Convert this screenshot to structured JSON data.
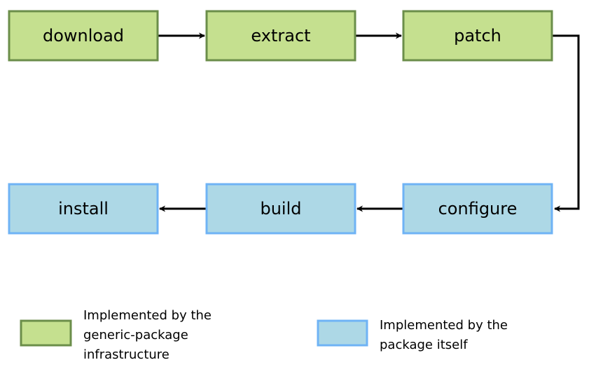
{
  "colors": {
    "generic_fill": "#c5e08f",
    "generic_stroke": "#6b8e4a",
    "package_fill": "#add8e6",
    "package_stroke": "#6fb3f5",
    "arrow": "#000000"
  },
  "steps": {
    "download": "download",
    "extract": "extract",
    "patch": "patch",
    "configure": "configure",
    "build": "build",
    "install": "install"
  },
  "legend": {
    "generic": [
      "Implemented by the",
      "generic-package",
      "infrastructure"
    ],
    "package": [
      "Implemented by the",
      "package itself"
    ]
  }
}
